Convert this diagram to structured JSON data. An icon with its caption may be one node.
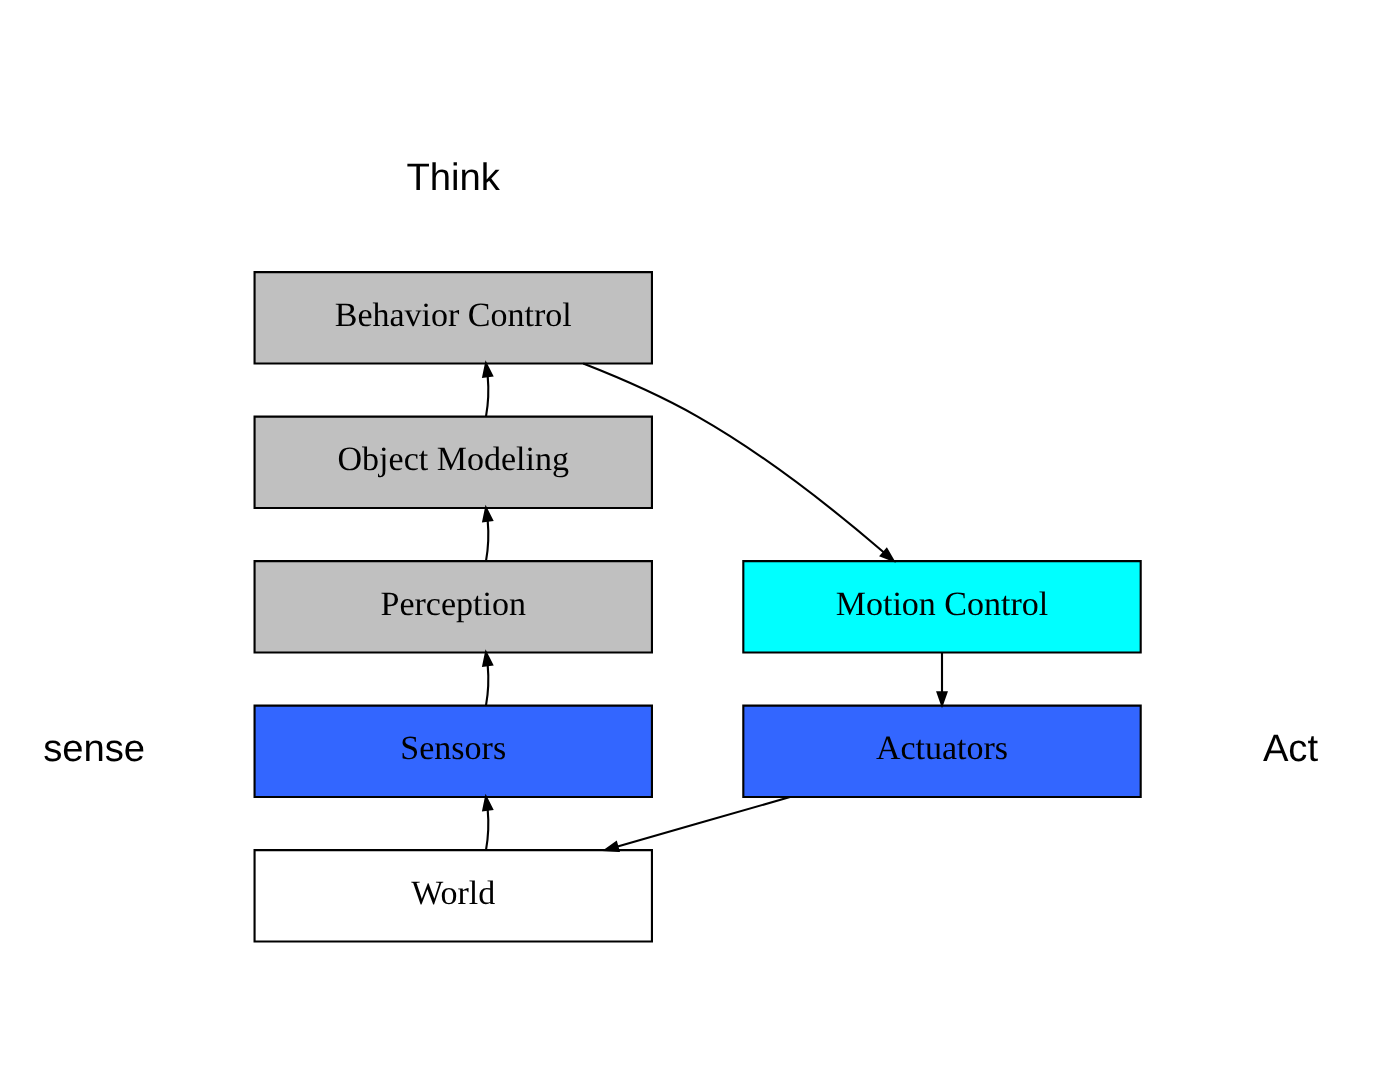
{
  "diagram": {
    "nodes": [
      {
        "text": [
          "Behavior Control"
        ]
      },
      {
        "text": [
          "Object Modeling"
        ]
      },
      {
        "text": [
          "Perception"
        ]
      },
      {
        "text": [
          "Motion Control"
        ]
      },
      {
        "text": [
          "Sensors"
        ]
      },
      {
        "text": [
          "Actuators"
        ]
      },
      {
        "text": [
          "World"
        ]
      }
    ],
    "edges": [
      {
        "from": 6,
        "to": 4,
        "arrow": "to"
      },
      {
        "from": 4,
        "to": 2,
        "arrow": "to"
      },
      {
        "from": 2,
        "to": 1,
        "arrow": "to"
      },
      {
        "from": 1,
        "to": 0,
        "arrow": "to"
      },
      {
        "from": 0,
        "to": 3,
        "arrow": "to"
      },
      {
        "from": 3,
        "to": 5,
        "arrow": "to"
      },
      {
        "from": 5,
        "to": 6,
        "arrow": "to"
      }
    ],
    "labels": [
      "Think",
      "sense",
      "Act"
    ]
  }
}
